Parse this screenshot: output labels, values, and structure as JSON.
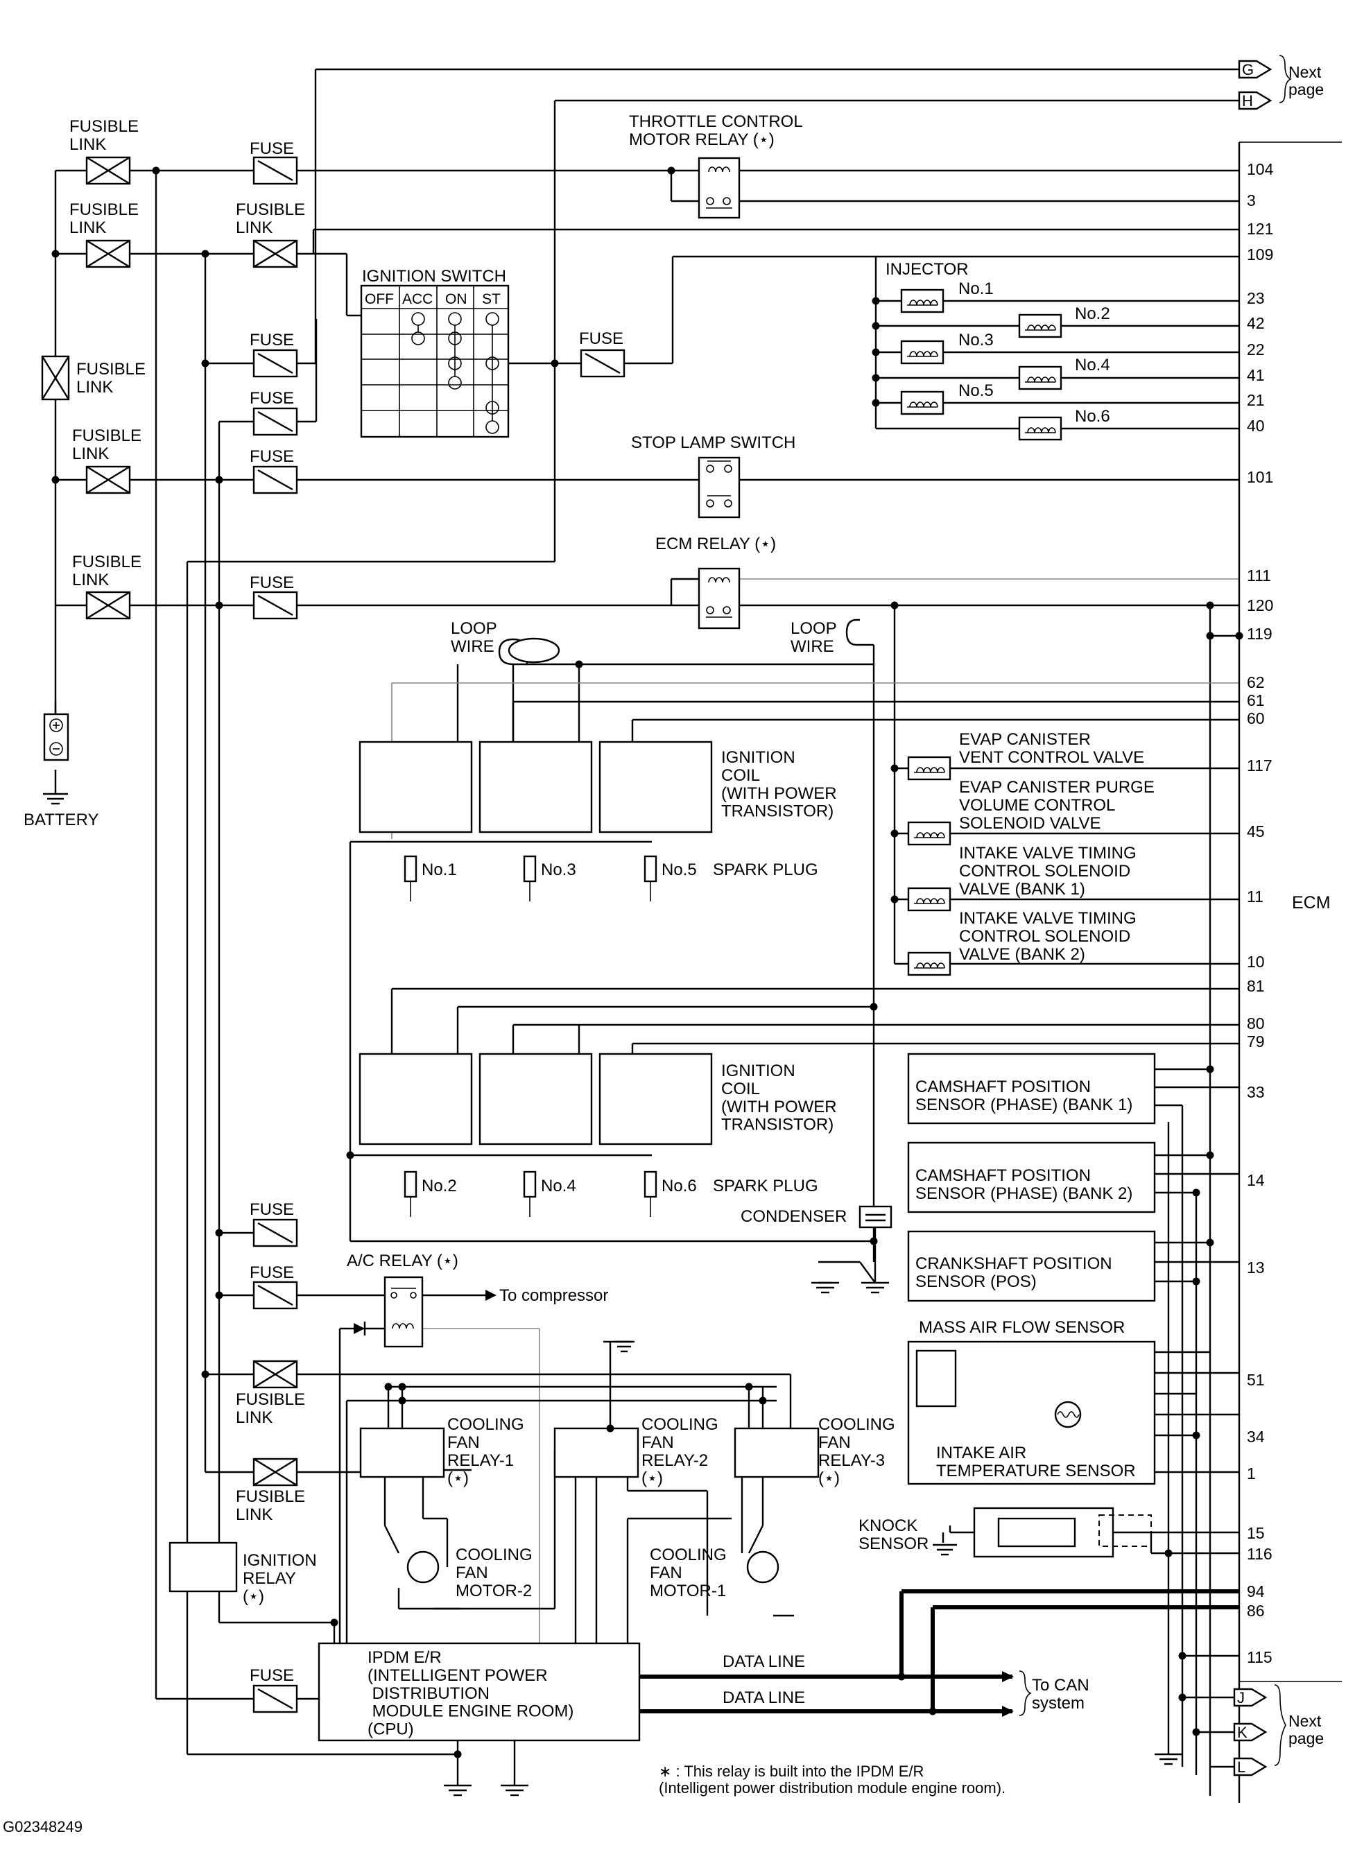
{
  "diagram": {
    "next_page": "Next\npage",
    "connectors": {
      "G": "G",
      "H": "H",
      "J": "J",
      "K": "K",
      "L": "L"
    },
    "fusible_link": "FUSIBLE\nLINK",
    "fuse": "FUSE",
    "battery": "BATTERY",
    "throttle_relay": "THROTTLE CONTROL\nMOTOR RELAY (⋆)",
    "ignition_switch": {
      "title": "IGNITION SWITCH",
      "cols": [
        "OFF",
        "ACC",
        "ON",
        "ST"
      ]
    },
    "injector": "INJECTOR",
    "injectors": [
      "No.1",
      "No.2",
      "No.3",
      "No.4",
      "No.5",
      "No.6"
    ],
    "stop_lamp_switch": "STOP LAMP SWITCH",
    "ecm_relay": "ECM RELAY (⋆)",
    "loop_wire": "LOOP\nWIRE",
    "ignition_coil": "IGNITION\nCOIL\n(WITH POWER\nTRANSISTOR)",
    "plugs_top": [
      "No.1",
      "No.3",
      "No.5"
    ],
    "plugs_bottom": [
      "No.2",
      "No.4",
      "No.6"
    ],
    "spark_plug": "SPARK PLUG",
    "evap_vent": "EVAP CANISTER\nVENT CONTROL VALVE",
    "evap_purge": "EVAP CANISTER PURGE\nVOLUME CONTROL\nSOLENOID VALVE",
    "ivt_bank1": "INTAKE VALVE TIMING\nCONTROL SOLENOID\nVALVE (BANK 1)",
    "ivt_bank2": "INTAKE VALVE TIMING\nCONTROL SOLENOID\nVALVE (BANK 2)",
    "ecm": "ECM",
    "cam_bank1": "CAMSHAFT POSITION\nSENSOR (PHASE) (BANK 1)",
    "cam_bank2": "CAMSHAFT POSITION\nSENSOR (PHASE) (BANK 2)",
    "crank": "CRANKSHAFT POSITION\nSENSOR (POS)",
    "condenser": "CONDENSER",
    "maf": "MASS AIR FLOW SENSOR",
    "iat": "INTAKE AIR\nTEMPERATURE SENSOR",
    "knock": "KNOCK\nSENSOR",
    "ac_relay": "A/C RELAY (⋆)",
    "to_compressor": "To compressor",
    "fan_relay_1": "COOLING\nFAN\nRELAY-1\n(⋆)",
    "fan_relay_2": "COOLING\nFAN\nRELAY-2\n(⋆)",
    "fan_relay_3": "COOLING\nFAN\nRELAY-3\n(⋆)",
    "fan_motor_2": "COOLING\nFAN\nMOTOR-2",
    "fan_motor_1": "COOLING\nFAN\nMOTOR-1",
    "ignition_relay": "IGNITION\nRELAY\n(⋆)",
    "ipdm": "IPDM E/R\n(INTELLIGENT POWER\n DISTRIBUTION\n MODULE ENGINE ROOM)\n(CPU)",
    "data_line": "DATA LINE",
    "to_can": "To CAN\nsystem",
    "footnote": "∗ : This relay is built into the IPDM E/R\n(Intelligent power distribution module engine room).",
    "figure_id": "G02348249",
    "ecm_pins": [
      "104",
      "3",
      "121",
      "109",
      "23",
      "42",
      "22",
      "41",
      "21",
      "40",
      "101",
      "111",
      "120",
      "119",
      "62",
      "61",
      "60",
      "117",
      "45",
      "11",
      "10",
      "81",
      "80",
      "79",
      "33",
      "14",
      "13",
      "51",
      "34",
      "1",
      "15",
      "116",
      "94",
      "86",
      "115"
    ]
  }
}
